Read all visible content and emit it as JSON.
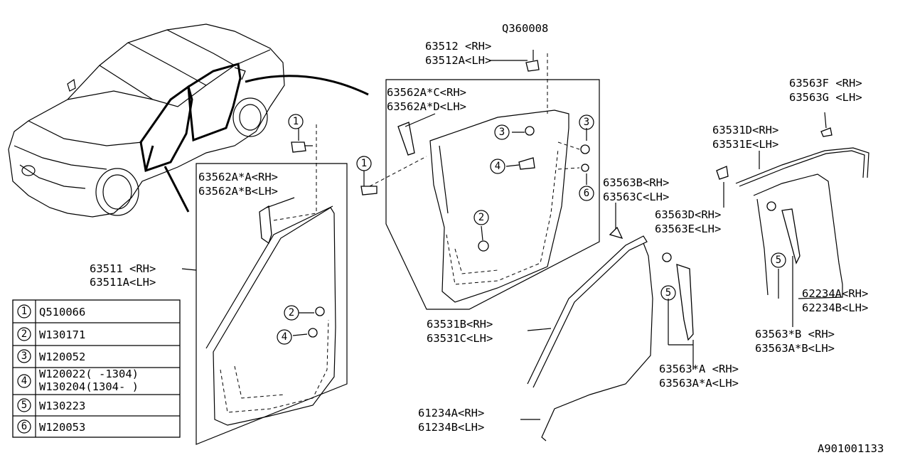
{
  "diagram_id": "A901001133",
  "callouts": [
    {
      "id": "q360008",
      "lines": [
        "Q360008"
      ]
    },
    {
      "id": "p63512",
      "lines": [
        "63512  <RH>",
        "63512A<LH>"
      ]
    },
    {
      "id": "p63562c",
      "lines": [
        "63562A*C<RH>",
        "63562A*D<LH>"
      ]
    },
    {
      "id": "p63562a",
      "lines": [
        "63562A*A<RH>",
        "63562A*B<LH>"
      ]
    },
    {
      "id": "p63511",
      "lines": [
        "63511  <RH>",
        "63511A<LH>"
      ]
    },
    {
      "id": "p63563f",
      "lines": [
        "63563F <RH>",
        "63563G <LH>"
      ]
    },
    {
      "id": "p63531d",
      "lines": [
        "63531D<RH>",
        "63531E<LH>"
      ]
    },
    {
      "id": "p63563b",
      "lines": [
        "63563B<RH>",
        "63563C<LH>"
      ]
    },
    {
      "id": "p63563d",
      "lines": [
        "63563D<RH>",
        "63563E<LH>"
      ]
    },
    {
      "id": "p63531b",
      "lines": [
        "63531B<RH>",
        "63531C<LH>"
      ]
    },
    {
      "id": "p62234",
      "lines": [
        "62234A<RH>",
        "62234B<LH>"
      ]
    },
    {
      "id": "p63563starb",
      "lines": [
        "63563*B <RH>",
        "63563A*B<LH>"
      ]
    },
    {
      "id": "p63563stara",
      "lines": [
        "63563*A <RH>",
        "63563A*A<LH>"
      ]
    },
    {
      "id": "p61234",
      "lines": [
        "61234A<RH>",
        "61234B<LH>"
      ]
    }
  ],
  "legend": [
    {
      "num": "1",
      "parts": [
        "Q510066"
      ]
    },
    {
      "num": "2",
      "parts": [
        "W130171"
      ]
    },
    {
      "num": "3",
      "parts": [
        "W120052"
      ]
    },
    {
      "num": "4",
      "parts": [
        "W120022(  -1304)",
        "W130204(1304-  )"
      ]
    },
    {
      "num": "5",
      "parts": [
        "W130223"
      ]
    },
    {
      "num": "6",
      "parts": [
        "W120053"
      ]
    }
  ],
  "ref_markers": [
    "1",
    "1",
    "2",
    "4",
    "3",
    "4",
    "2",
    "3",
    "6",
    "5",
    "5"
  ]
}
